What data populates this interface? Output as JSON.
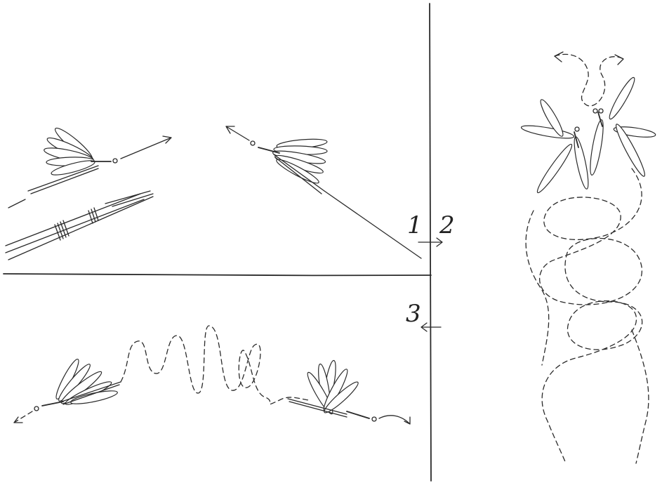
{
  "panel_labels": {
    "one": "1",
    "two": "2",
    "three": "3"
  }
}
